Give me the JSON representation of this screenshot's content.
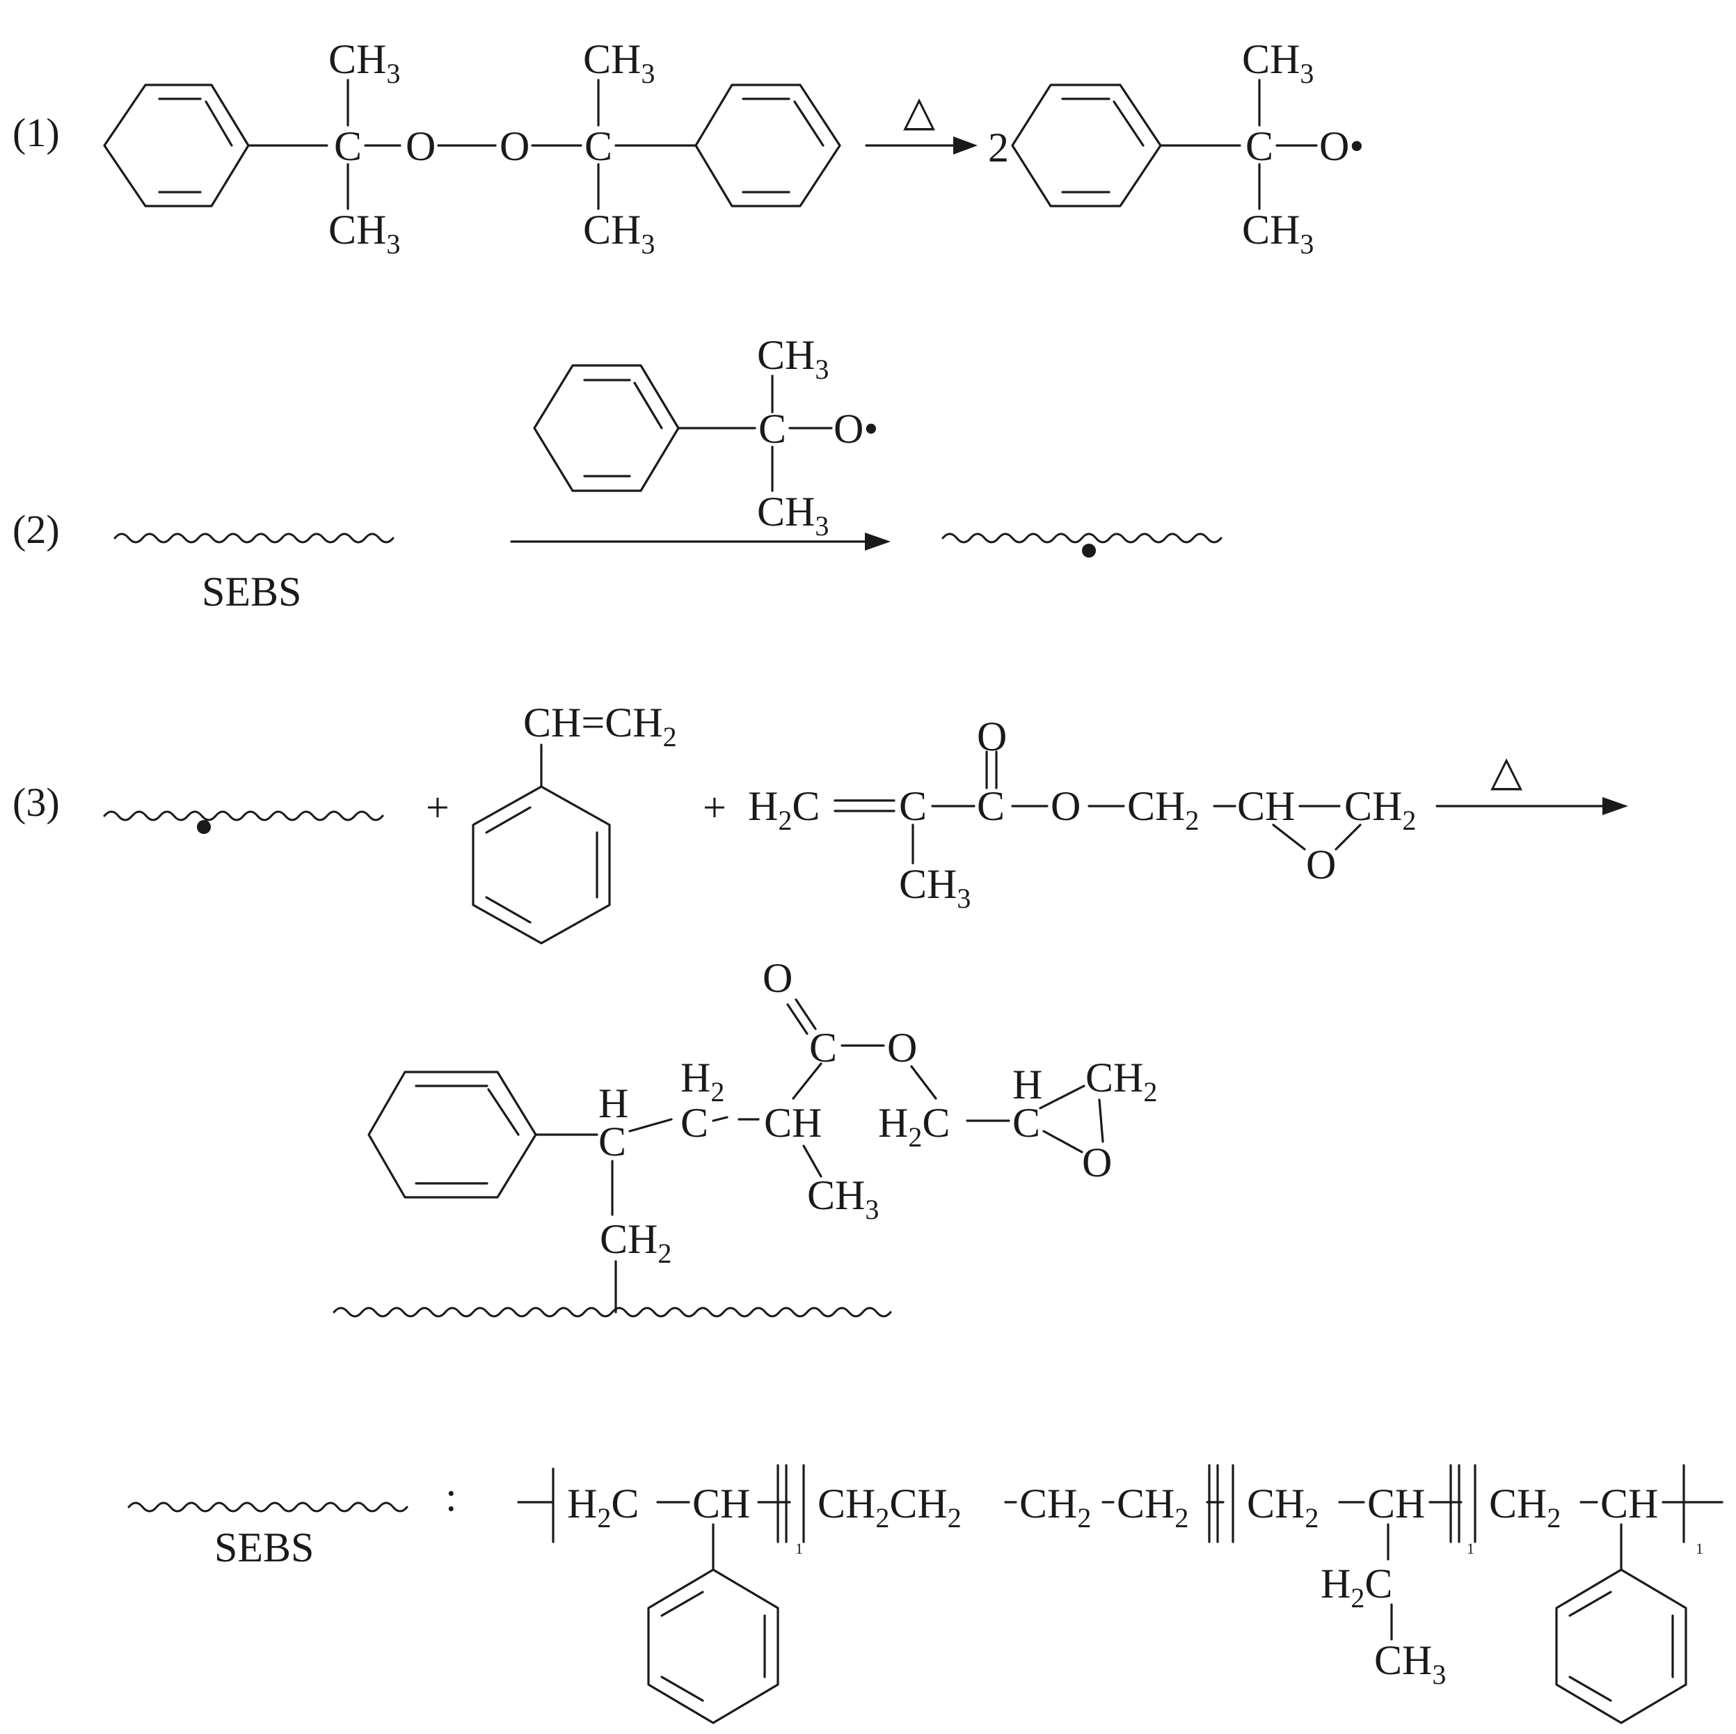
{
  "reaction1": {
    "label": "(1)",
    "ch3": "CH",
    "sub3": "3",
    "c": "C",
    "o": "O",
    "heat": "△",
    "coef": "2",
    "radical_o": "O•"
  },
  "reaction2": {
    "label": "(2)",
    "sebs": "SEBS"
  },
  "reaction3": {
    "label": "(3)",
    "plus": "+",
    "ch": "CH",
    "eq": "=",
    "h": "H",
    "sub2": "2",
    "o": "O",
    "c": "C",
    "heat": "△"
  },
  "legend": {
    "sebs": "SEBS",
    "colon": ":",
    "index": "1"
  }
}
